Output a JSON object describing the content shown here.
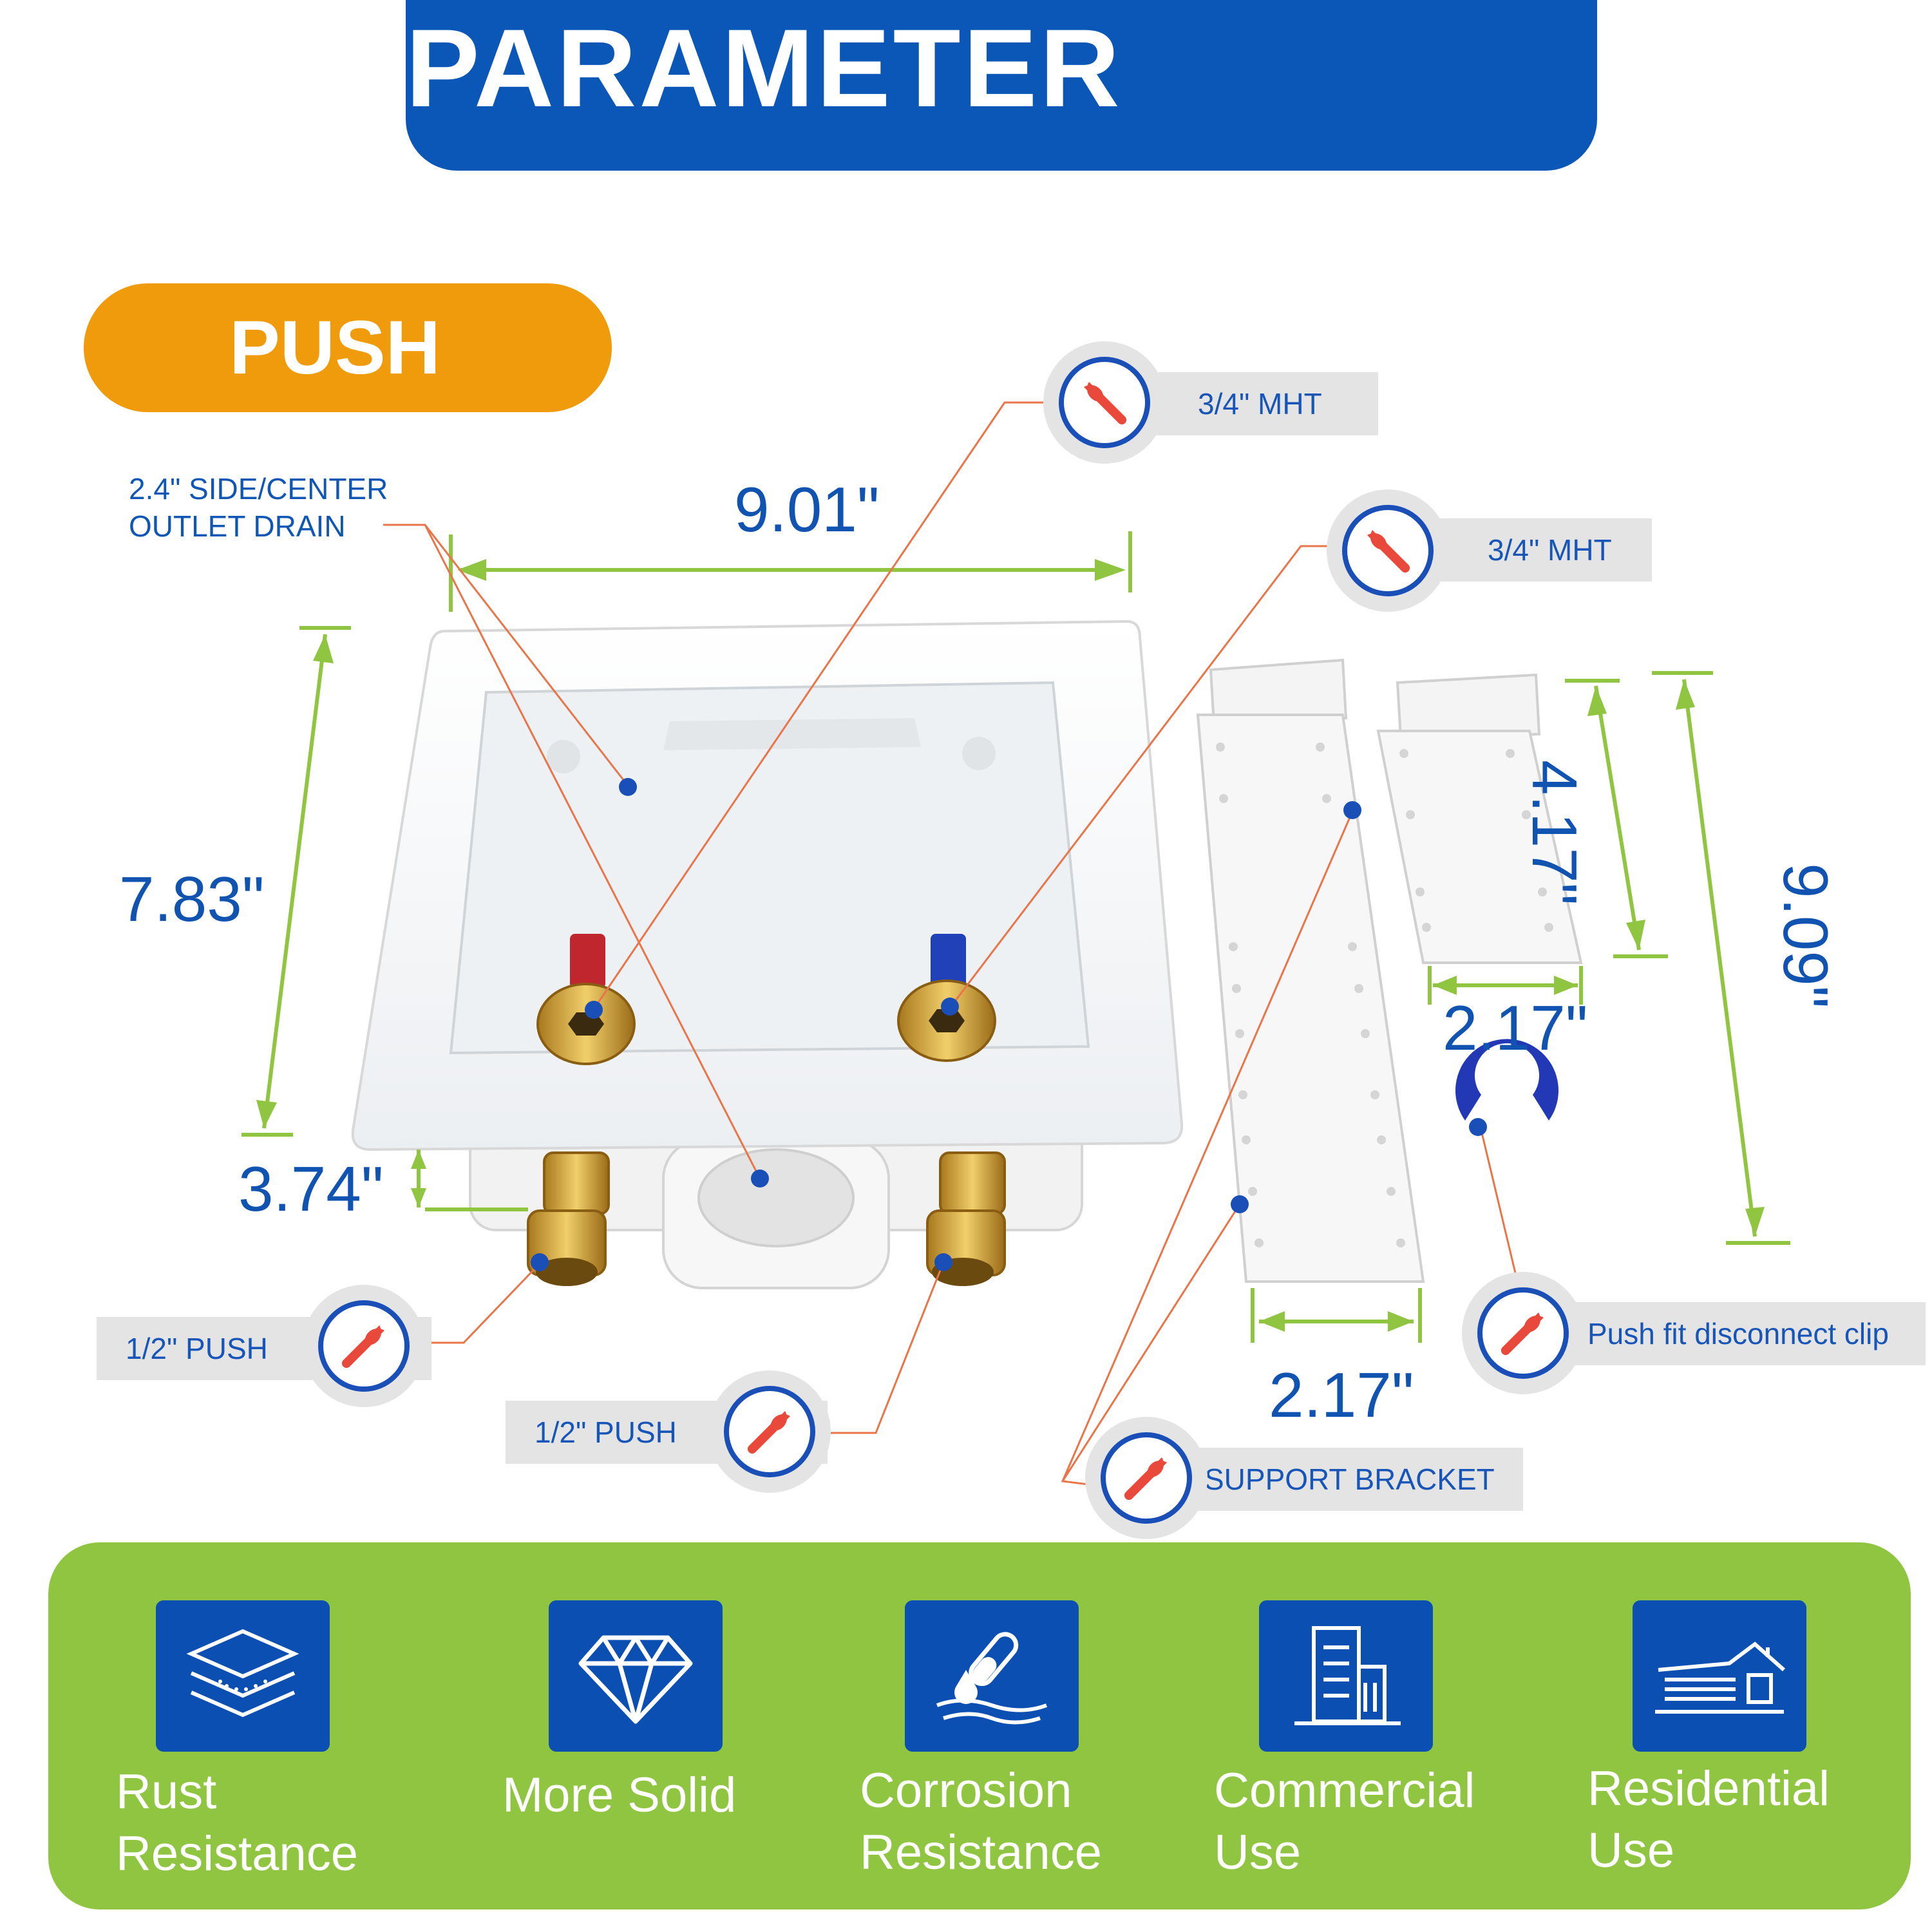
{
  "header": {
    "title": "PRODUCT PARAMETER"
  },
  "badge": {
    "label": "PUSH"
  },
  "drain_callout": {
    "line1": "2.4\" SIDE/CENTER",
    "line2": "OUTLET DRAIN"
  },
  "dimensions": {
    "box_width": "9.01\"",
    "box_height": "7.83\"",
    "box_depth": "3.74\"",
    "bracket_short_height": "4.17\"",
    "bracket_long_height": "9.09\"",
    "bracket_short_width": "2.17\"",
    "bracket_long_width": "2.17\""
  },
  "callouts": {
    "hot_valve": "3/4\" MHT",
    "cold_valve": "3/4\" MHT",
    "left_push": "1/2\" PUSH",
    "right_push": "1/2\" PUSH",
    "clip": "Push fit disconnect clip",
    "bracket": "SUPPORT BRACKET"
  },
  "features": [
    {
      "line1": "Rust",
      "line2": "Resistance",
      "icon": "layers-icon"
    },
    {
      "line1": "More Solid",
      "line2": "",
      "icon": "diamond-icon"
    },
    {
      "line1": "Corrosion",
      "line2": "Resistance",
      "icon": "test-tube-drop-icon"
    },
    {
      "line1": "Commercial",
      "line2": "Use",
      "icon": "building-icon"
    },
    {
      "line1": "Residential",
      "line2": "Use",
      "icon": "house-icon"
    }
  ],
  "colors": {
    "brand_blue": "#0b57b8",
    "accent_orange": "#f09b0c",
    "panel_green": "#8fc541",
    "dimension_green": "#8fc541",
    "leader_orange": "#e8764a"
  }
}
